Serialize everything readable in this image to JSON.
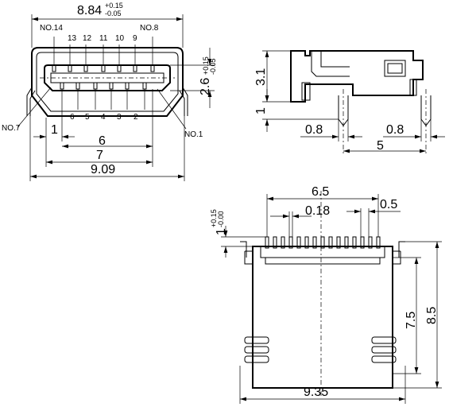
{
  "front_view": {
    "width_nominal": "8.84",
    "width_tol_plus": "+0.15",
    "width_tol_minus": "-0.05",
    "height_nominal": "2.6",
    "height_tol_plus": "+0.15",
    "height_tol_minus": "-0.05",
    "label_no14": "NO.14",
    "label_no8": "NO.8",
    "label_no7": "NO.7",
    "label_no1": "NO.1",
    "top_pins": [
      "13",
      "12",
      "11",
      "10",
      "9"
    ],
    "bottom_pins": [
      "6",
      "5",
      "4",
      "3",
      "2"
    ],
    "dim_pitch": "1",
    "dim_span6": "6",
    "dim_span7": "7",
    "dim_total": "9.09"
  },
  "side_view": {
    "dim_height": "3.1",
    "dim_leg": "1",
    "dim_left_tail": "0.8",
    "dim_right_tail": "0.8",
    "dim_span": "5"
  },
  "top_view": {
    "dim_width": "6.5",
    "dim_pitch": "0.18",
    "dim_pad": "0.5",
    "dim_lead_nominal": "1",
    "dim_lead_tol_plus": "+0.15",
    "dim_lead_tol_minus": "-0.00",
    "dim_body": "7.5",
    "dim_total_len": "8.5",
    "dim_total_w": "9.35"
  }
}
